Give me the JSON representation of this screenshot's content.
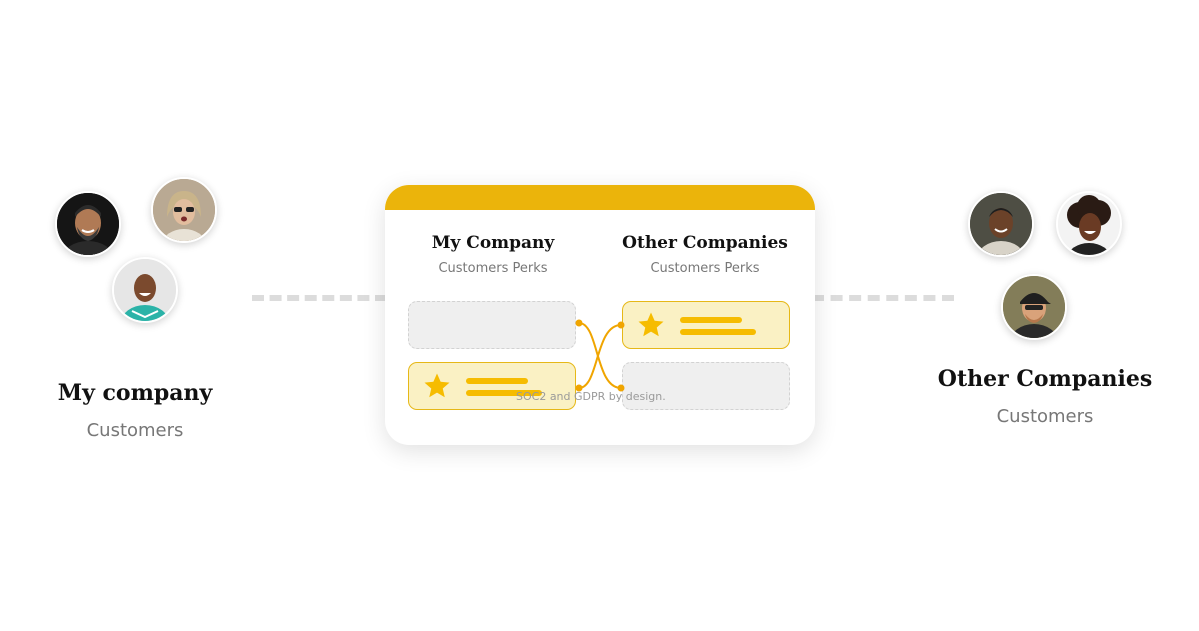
{
  "left_group": {
    "title": "My company",
    "subtitle": "Customers",
    "avatars": [
      "avatar-man-beard",
      "avatar-woman-glasses",
      "avatar-man-smiling"
    ]
  },
  "right_group": {
    "title": "Other Companies",
    "subtitle": "Customers",
    "avatars": [
      "avatar-man-portrait",
      "avatar-woman-curly",
      "avatar-man-cap"
    ]
  },
  "card": {
    "left_column": {
      "title": "My Company",
      "subtitle": "Customers Perks"
    },
    "right_column": {
      "title": "Other Companies",
      "subtitle": "Customers Perks"
    },
    "note": "SOC2 and GDPR by design."
  },
  "colors": {
    "accent": "#ebb40b",
    "star": "#f6bc00",
    "filled_bg": "#faf1c4",
    "connector": "#f0a500",
    "dash": "#dcdcdc"
  }
}
